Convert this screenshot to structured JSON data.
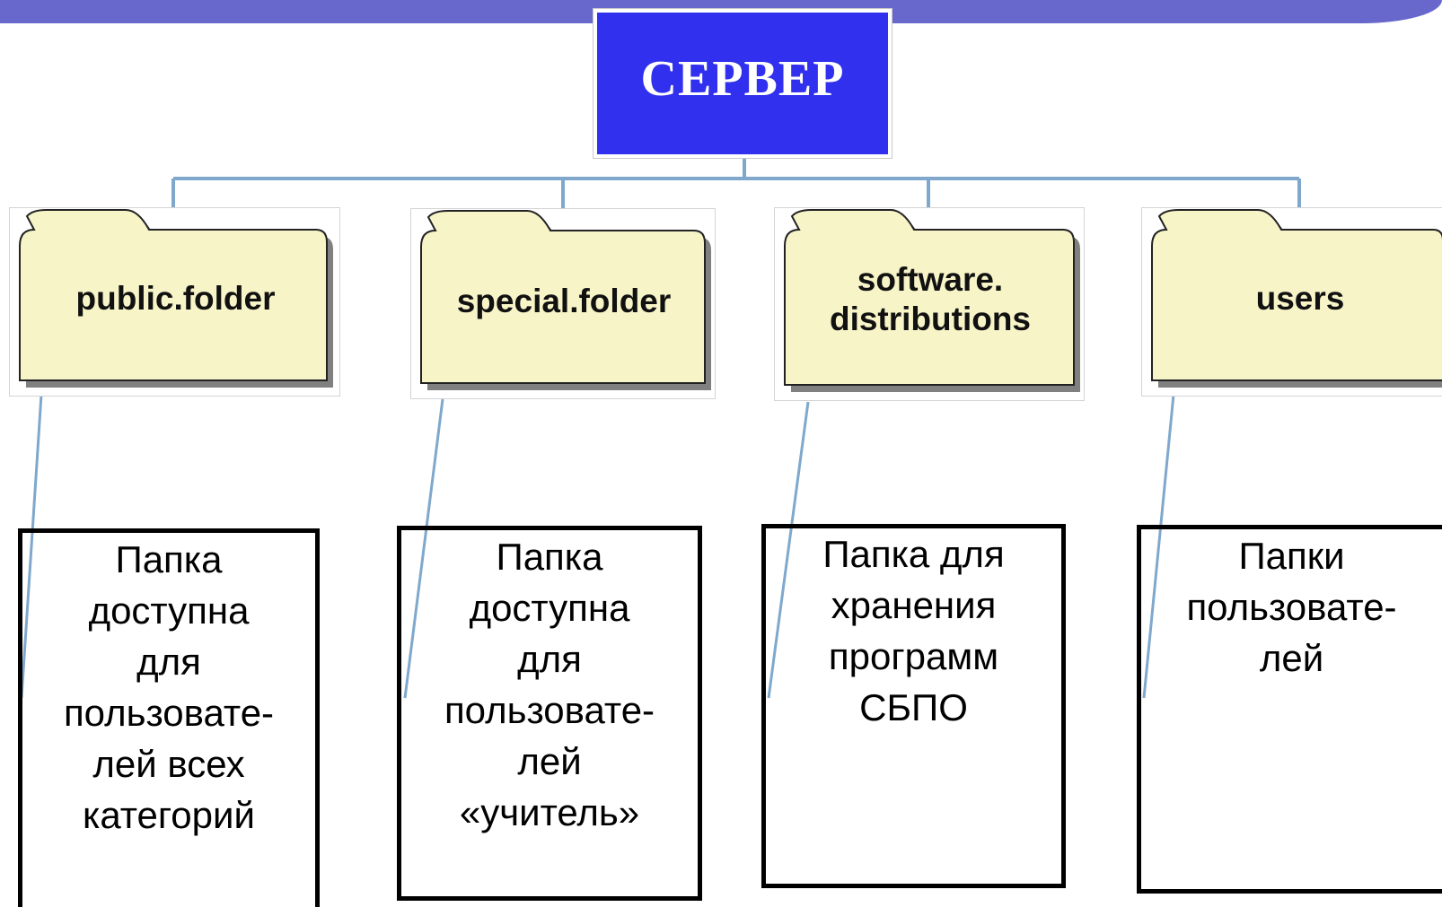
{
  "header": {
    "band_color": "#6868cc"
  },
  "server": {
    "label": "СЕРВЕР",
    "color": "#3030ee"
  },
  "connector_color": "#7fa8cc",
  "folder_fill": "#f7f4c8",
  "folders": [
    {
      "name": "public.folder",
      "lines": [
        "public.folder"
      ],
      "icon": "folder-icon"
    },
    {
      "name": "special.folder",
      "lines": [
        "special.folder"
      ],
      "icon": "folder-icon"
    },
    {
      "name": "software.distributions",
      "lines": [
        "software.",
        "distributions"
      ],
      "icon": "folder-icon"
    },
    {
      "name": "users",
      "lines": [
        "users"
      ],
      "icon": "folder-icon"
    }
  ],
  "descriptions": [
    {
      "lines": [
        "Папка",
        "доступна",
        "для",
        "пользовате-",
        "лей всех",
        "категорий"
      ]
    },
    {
      "lines": [
        "Папка",
        "доступна",
        "для",
        "пользовате-",
        "лей",
        "«учитель»"
      ]
    },
    {
      "lines": [
        "Папка для",
        "хранения",
        "программ",
        "СБПО"
      ]
    },
    {
      "lines": [
        "Папки",
        "пользовате-",
        "лей"
      ]
    }
  ]
}
